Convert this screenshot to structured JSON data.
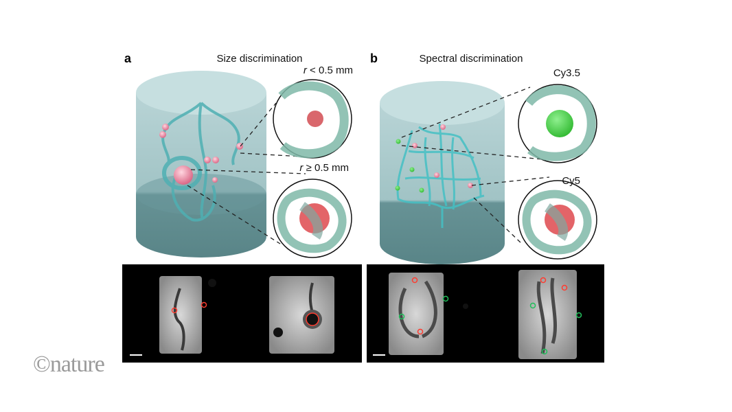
{
  "panel_a": {
    "label": "a",
    "title": "Size discrimination",
    "inset_small": {
      "var": "r",
      "text": " < 0.5 mm"
    },
    "inset_large": {
      "var": "r",
      "text": " ≥ 0.5 mm"
    }
  },
  "panel_b": {
    "label": "b",
    "title": "Spectral discrimination",
    "inset_top": "Cy3.5",
    "inset_bottom": "Cy5"
  },
  "logo": "©nature",
  "colors": {
    "cylinder": "#9fc4c6",
    "cylinder_dark": "#5f8f92",
    "vessel": "#4fb8b8",
    "bead_red": "#e06a6e",
    "bead_green": "#3ecf3e",
    "marker_red": "#ff3b2f",
    "marker_green": "#1fbf5a"
  }
}
